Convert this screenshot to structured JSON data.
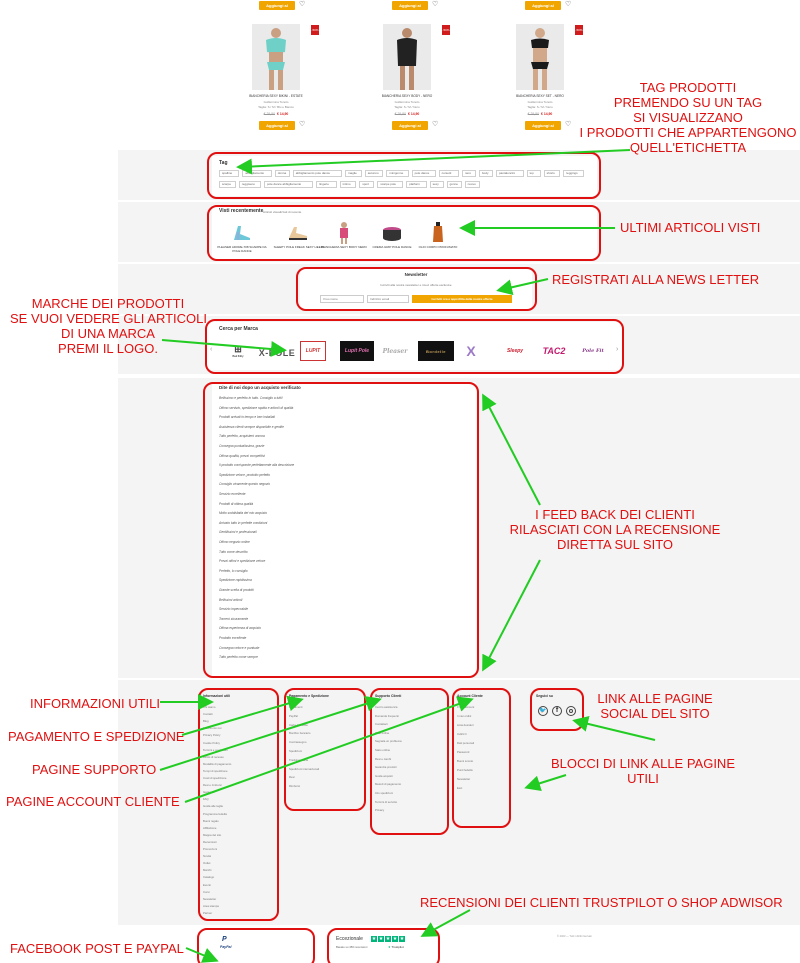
{
  "products": [
    {
      "name": "BIANCHERIA SEXY BIKINI - ESTATE",
      "brand": "Guillermina Tonolo",
      "variant": "Taglia: S / M / Blu e Bianco",
      "old_price": "€ 29,90",
      "new_price": "€ 14,90",
      "add_label": "Aggiungi al carrello",
      "badge": "-50%"
    },
    {
      "name": "BIANCHERIA SEXY BODY - NERO",
      "brand": "Guillermina Tonolo",
      "variant": "Taglia: S / M / Nero",
      "old_price": "€ 29,90",
      "new_price": "€ 14,90",
      "add_label": "Aggiungi al carrello",
      "badge": "-50%"
    },
    {
      "name": "BIANCHERIA SEXY SET - NERO",
      "brand": "Guillermina Tonolo",
      "variant": "Taglia: S / M / Nero",
      "old_price": "€ 29,90",
      "new_price": "€ 14,90",
      "add_label": "Aggiungi al carrello",
      "badge": "-50%"
    }
  ],
  "top_buttons": {
    "add_label": "Aggiungi al carrello"
  },
  "tags": {
    "title": "Tag",
    "items": [
      "spalline",
      "abbigliamento",
      "donna",
      "abbigliamento pole dance",
      "maglie",
      "autunno",
      "minigonne",
      "pole dance",
      "corsetti",
      "nero",
      "body",
      "pantaloncini",
      "top",
      "shorts",
      "leggings",
      "scarpe",
      "reggiseno",
      "pole dance abbigliamento",
      "lingerie",
      "intimo",
      "sport",
      "scarpe pole",
      "platform",
      "sexy",
      "gonne",
      "nuovo"
    ]
  },
  "recently_viewed": {
    "title": "Visti recentemente",
    "subtitle": "Articoli visualizzati di recente",
    "items": [
      "PLEASER ADORE-708 SCARPE DA POLE DANCE",
      "SLEEPY POLE FREAK SEXY HEELS",
      "BIANCHERIA SEXY BODY NERO",
      "CREMA GRIP POLE DANCE",
      "OLIO CORPO PROFUMATO"
    ]
  },
  "newsletter": {
    "title": "Newsletter",
    "subtitle": "Iscriviti alla nostra newsletter e ricevi offerte esclusive",
    "name_placeholder": "Il tuo nome",
    "email_placeholder": "Indirizzo email",
    "submit_label": "Iscriviti ora e approfitta delle nostre offerte"
  },
  "brands": {
    "title": "Cerca per Marca",
    "logos": [
      "Bad Kitty",
      "X-POLE",
      "LUPIT",
      "Lupit Pole",
      "Pleaser",
      "Bordelle",
      "X",
      "Sleepy",
      "TAC2",
      "Pole Fit"
    ]
  },
  "reviews": {
    "title": "Dite di noi dopo un acquisto verificato",
    "lines": [
      "Bellissimo e perfetto in tutto. Consiglio a tutti!",
      "Ottimo servizio, spedizione rapida e articoli di qualità",
      "Prodotti arrivati in tempo e ben imballati",
      "Assistenza clienti sempre disponibile e gentile",
      "Tutto perfetto, acquisterò ancora",
      "Consegna puntualissima, grazie",
      "Ottima qualità, prezzi competitivi",
      "Il prodotto corrisponde perfettamente alla descrizione",
      "Spedizione veloce, prodotto perfetto",
      "Consiglio vivamente questo negozio",
      "Servizio eccellente",
      "Prodotti di ottima qualità",
      "Molto soddisfatta del mio acquisto",
      "Arrivato tutto in perfette condizioni",
      "Gentilissimi e professionali",
      "Ottimo negozio online",
      "Tutto come descritto",
      "Prezzi ottimi e spedizione veloce",
      "Perfetto, lo consiglio",
      "Spedizione rapidissima",
      "Grande scelta di prodotti",
      "Bellissimi articoli",
      "Servizio impeccabile",
      "Tornerò sicuramente",
      "Ottima esperienza di acquisto",
      "Prodotto eccellente",
      "Consegna veloce e puntuale",
      "Tutto perfetto come sempre"
    ]
  },
  "footer": {
    "col1": {
      "title": "Informazioni utili",
      "links": [
        "Chi siamo",
        "Contatti",
        "Blog",
        "Lavora con noi",
        "Privacy Policy",
        "Cookie Policy",
        "Termini e condizioni",
        "Diritto di recesso",
        "Modalità di pagamento",
        "Tempi di spedizione",
        "Costi di spedizione",
        "Resi e rimborsi",
        "Garanzia",
        "FAQ",
        "Guida alle taglie",
        "Programma fedeltà",
        "Buoni regalo",
        "Affiliazione",
        "Mappa del sito",
        "Recensioni",
        "Promozioni",
        "Novità",
        "Outlet",
        "Marchi",
        "Catalogo",
        "Eventi",
        "Corsi",
        "Newsletter",
        "Area stampa",
        "Partner"
      ]
    },
    "col2": {
      "title": "Pagamento e Spedizione",
      "links": [
        "Pagamenti",
        "PayPal",
        "Carta di credito",
        "Bonifico bancario",
        "Contrassegno",
        "Spedizioni",
        "Tracking ordine",
        "Spedizioni internazionali",
        "Resi",
        "Rimborsi"
      ]
    },
    "col3": {
      "title": "Supporto Clienti",
      "links": [
        "Centro assistenza",
        "Domande frequenti",
        "Contattaci",
        "Chat online",
        "Segnala un problema",
        "Stato ordine",
        "Resi e cambi",
        "Garanzia prodotti",
        "Guida acquisti",
        "Metodi di pagamento",
        "Info spedizioni",
        "Termini di servizio",
        "Privacy"
      ]
    },
    "col4": {
      "title": "Account Cliente",
      "links": [
        "Il mio account",
        "I miei ordini",
        "Lista desideri",
        "Indirizzi",
        "Dati personali",
        "Password",
        "Buoni sconto",
        "Punti fedeltà",
        "Newsletter",
        "Esci"
      ]
    },
    "social": {
      "title": "Seguici su"
    },
    "copyright": "© 2023 — Tutti i diritti riservati"
  },
  "trust": {
    "label": "Eccezionale",
    "stars": 5,
    "subtext": "Basato su 456 recensioni",
    "brand": "Trustpilot"
  },
  "paypal": {
    "label": "PayPal"
  },
  "annotations": {
    "tags": [
      "TAG PRODOTTI",
      "PREMENDO SU UN TAG",
      "SI VISUALIZZANO",
      "I PRODOTTI CHE APPARTENGONO",
      "QUELL'ETICHETTA"
    ],
    "viewed": "ULTIMI ARTICOLI VISTI",
    "newsletter": "REGISTRATI ALLA NEWS LETTER",
    "brands": [
      "MARCHE DEI PRODOTTI",
      "SE VUOI VEDERE GLI ARTICOLI",
      "DI UNA MARCA",
      "PREMI IL LOGO."
    ],
    "feedback": [
      "I FEED BACK DEI CLIENTI",
      "RILASCIATI CON LA RECENSIONE",
      "DIRETTA SUL SITO"
    ],
    "info": "INFORMAZIONI UTILI",
    "payment": "PAGAMENTO E SPEDIZIONE",
    "support": "PAGINE SUPPORTO",
    "account": "PAGINE ACCOUNT CLIENTE",
    "social": [
      "LINK ALLE PAGINE",
      "SOCIAL DEL SITO"
    ],
    "blocks": [
      "BLOCCI DI LINK ALLE PAGINE",
      "UTILI"
    ],
    "reviews": "RECENSIONI DEI CLIENTI TRUSTPILOT O SHOP ADWISOR",
    "facebook": "FACEBOOK POST E PAYPAL"
  }
}
